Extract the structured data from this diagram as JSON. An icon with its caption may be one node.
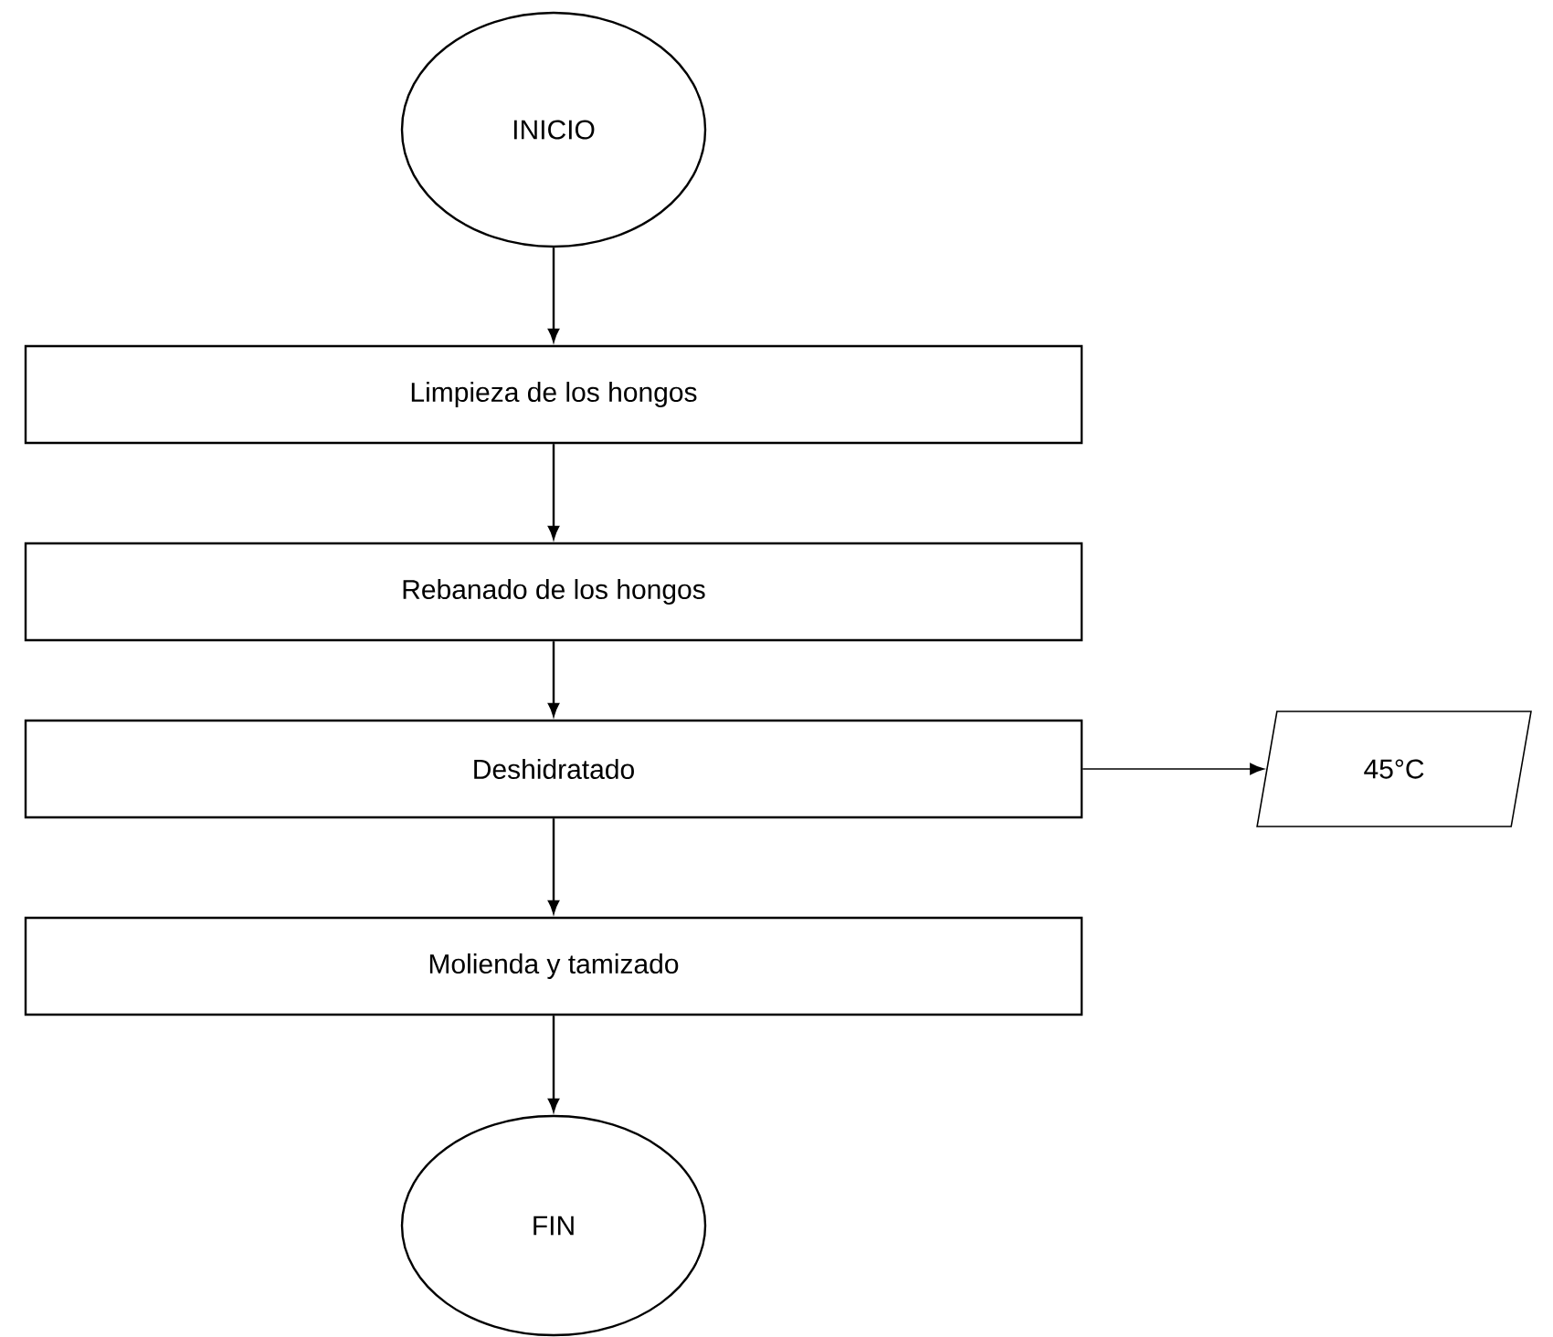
{
  "diagram": {
    "nodes": [
      {
        "text": [
          "INICIO"
        ]
      },
      {
        "text": [
          "Limpieza de los hongos"
        ]
      },
      {
        "text": [
          "Rebanado de los hongos"
        ]
      },
      {
        "text": [
          "Deshidratado"
        ]
      },
      {
        "text": [
          "Molienda y tamizado"
        ]
      },
      {
        "text": [
          "FIN"
        ]
      },
      {
        "text": [
          "45°C"
        ]
      }
    ],
    "edges": [
      {
        "from": 0,
        "to": 1,
        "arrow": "to"
      },
      {
        "from": 1,
        "to": 2,
        "arrow": "to"
      },
      {
        "from": 2,
        "to": 3,
        "arrow": "to"
      },
      {
        "from": 3,
        "to": 4,
        "arrow": "to"
      },
      {
        "from": 4,
        "to": 5,
        "arrow": "to"
      },
      {
        "from": 3,
        "to": 6,
        "arrow": "to"
      }
    ]
  }
}
